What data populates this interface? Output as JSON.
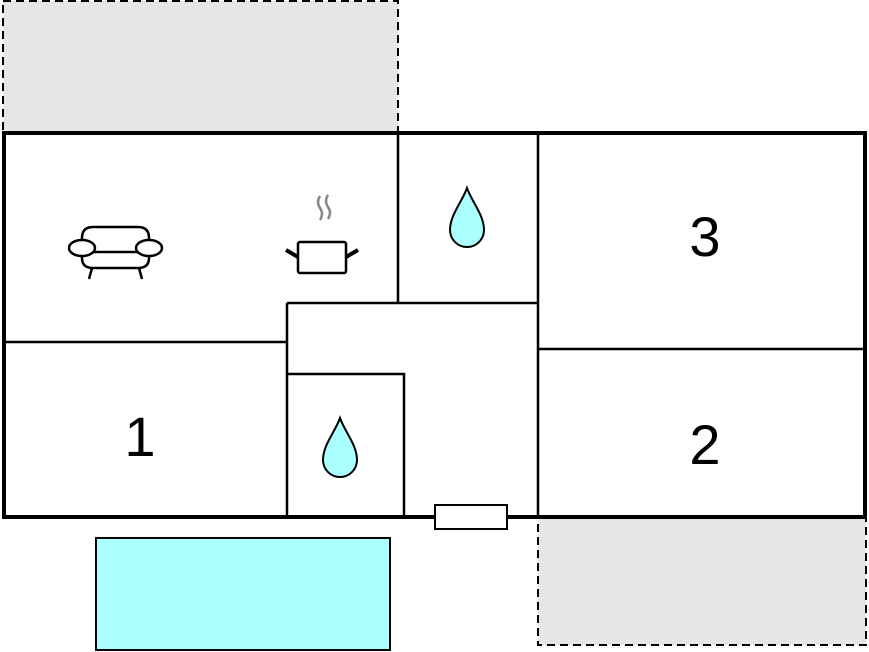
{
  "rooms": {
    "bedroom_1": {
      "label": "1"
    },
    "bedroom_2": {
      "label": "2"
    },
    "bedroom_3": {
      "label": "3"
    }
  },
  "icons": [
    "sofa-icon",
    "cooking-pot-icon",
    "water-drop-icon",
    "water-drop-icon"
  ],
  "colors": {
    "terrace": "#e6e6e6",
    "pool": "#aaffff",
    "water": "#aaffff",
    "wall": "#000000"
  }
}
